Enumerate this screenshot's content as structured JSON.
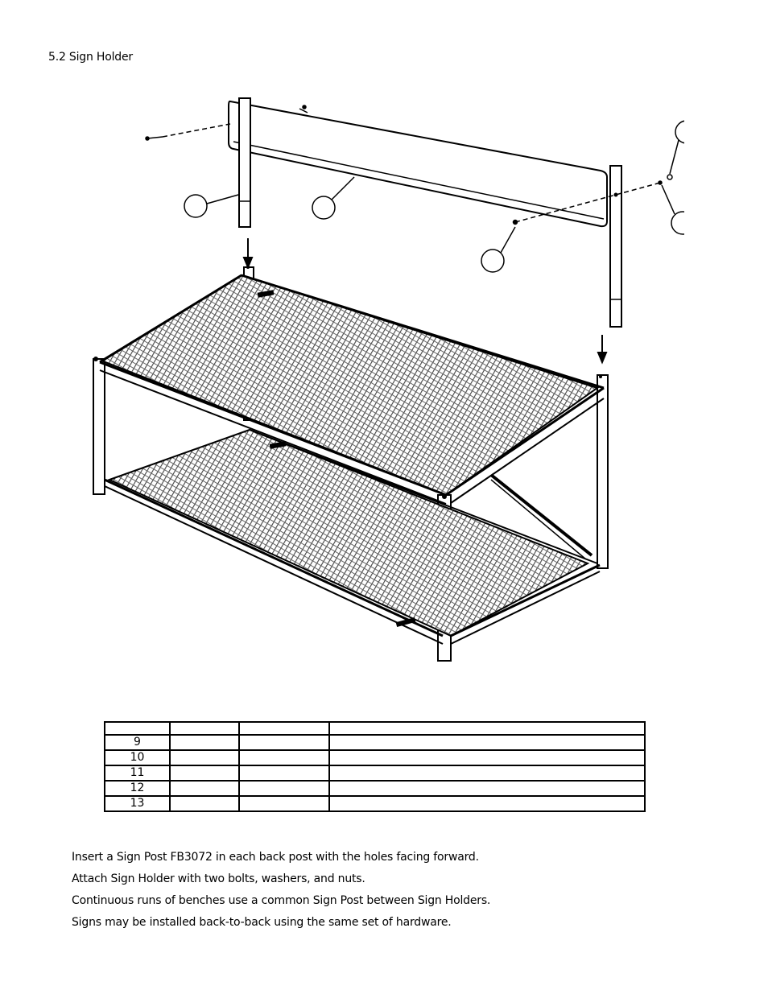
{
  "section_title": "5.2 Sign Holder",
  "parts_table": {
    "columns": [
      "",
      "",
      "",
      ""
    ],
    "rows": [
      [
        "9",
        "",
        "",
        ""
      ],
      [
        "10",
        "",
        "",
        ""
      ],
      [
        "11",
        "",
        "",
        ""
      ],
      [
        "12",
        "",
        "",
        ""
      ],
      [
        "13",
        "",
        "",
        ""
      ]
    ]
  },
  "instructions": [
    "Insert a Sign Post FB3072 in each back post with the holes facing forward.",
    "Attach Sign Holder with two bolts, washers, and nuts.",
    "Continuous runs of benches use a common Sign Post between Sign Holders.",
    "Signs may be installed back-to-back using the same set of hardware."
  ]
}
